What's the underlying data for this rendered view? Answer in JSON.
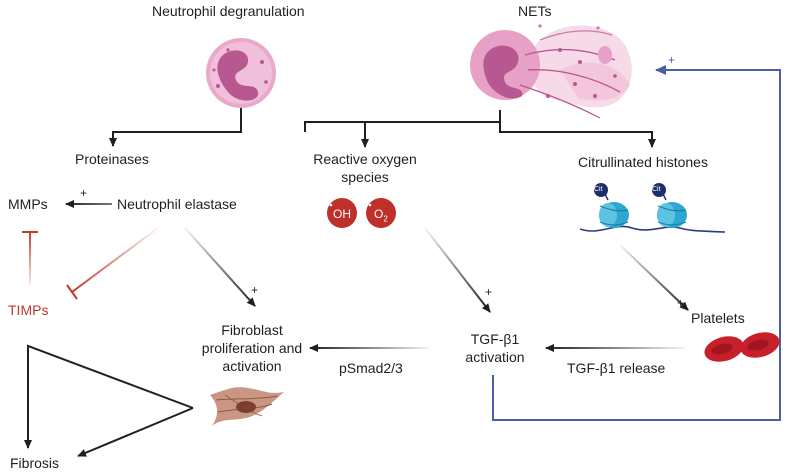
{
  "labels": {
    "neutrophil_degranulation": "Neutrophil degranulation",
    "nets": "NETs",
    "proteinases": "Proteinases",
    "ros_line1": "Reactive oxygen",
    "ros_line2": "species",
    "citrullinated_histones": "Citrullinated histones",
    "mmps": "MMPs",
    "neutrophil_elastase": "Neutrophil elastase",
    "timps": "TIMPs",
    "fibroblast_line1": "Fibroblast",
    "fibroblast_line2": "proliferation and",
    "fibroblast_line3": "activation",
    "pathway": "pSmad2/3",
    "tgf_line1": "TGF-β1",
    "tgf_line2": "activation",
    "tgf_release": "TGF-β1 release",
    "platelets": "Platelets",
    "fibrosis": "Fibrosis",
    "hydroxyl": "OH",
    "superoxide": "O",
    "superoxide_sub": "2",
    "cit": "Cit",
    "plus": "+"
  },
  "colors": {
    "arrow": "#1f1f1f",
    "inhibit": "#c0392b",
    "feedback": "#4a5fa8",
    "neutrophil": "#dd8fb8",
    "nucleus": "#b85891",
    "ros": "#c0302b",
    "histone": "#2fa6cf",
    "cit_badge": "#1d2f6b",
    "platelet": "#c8202a",
    "fibroblast": "#a0705a"
  }
}
